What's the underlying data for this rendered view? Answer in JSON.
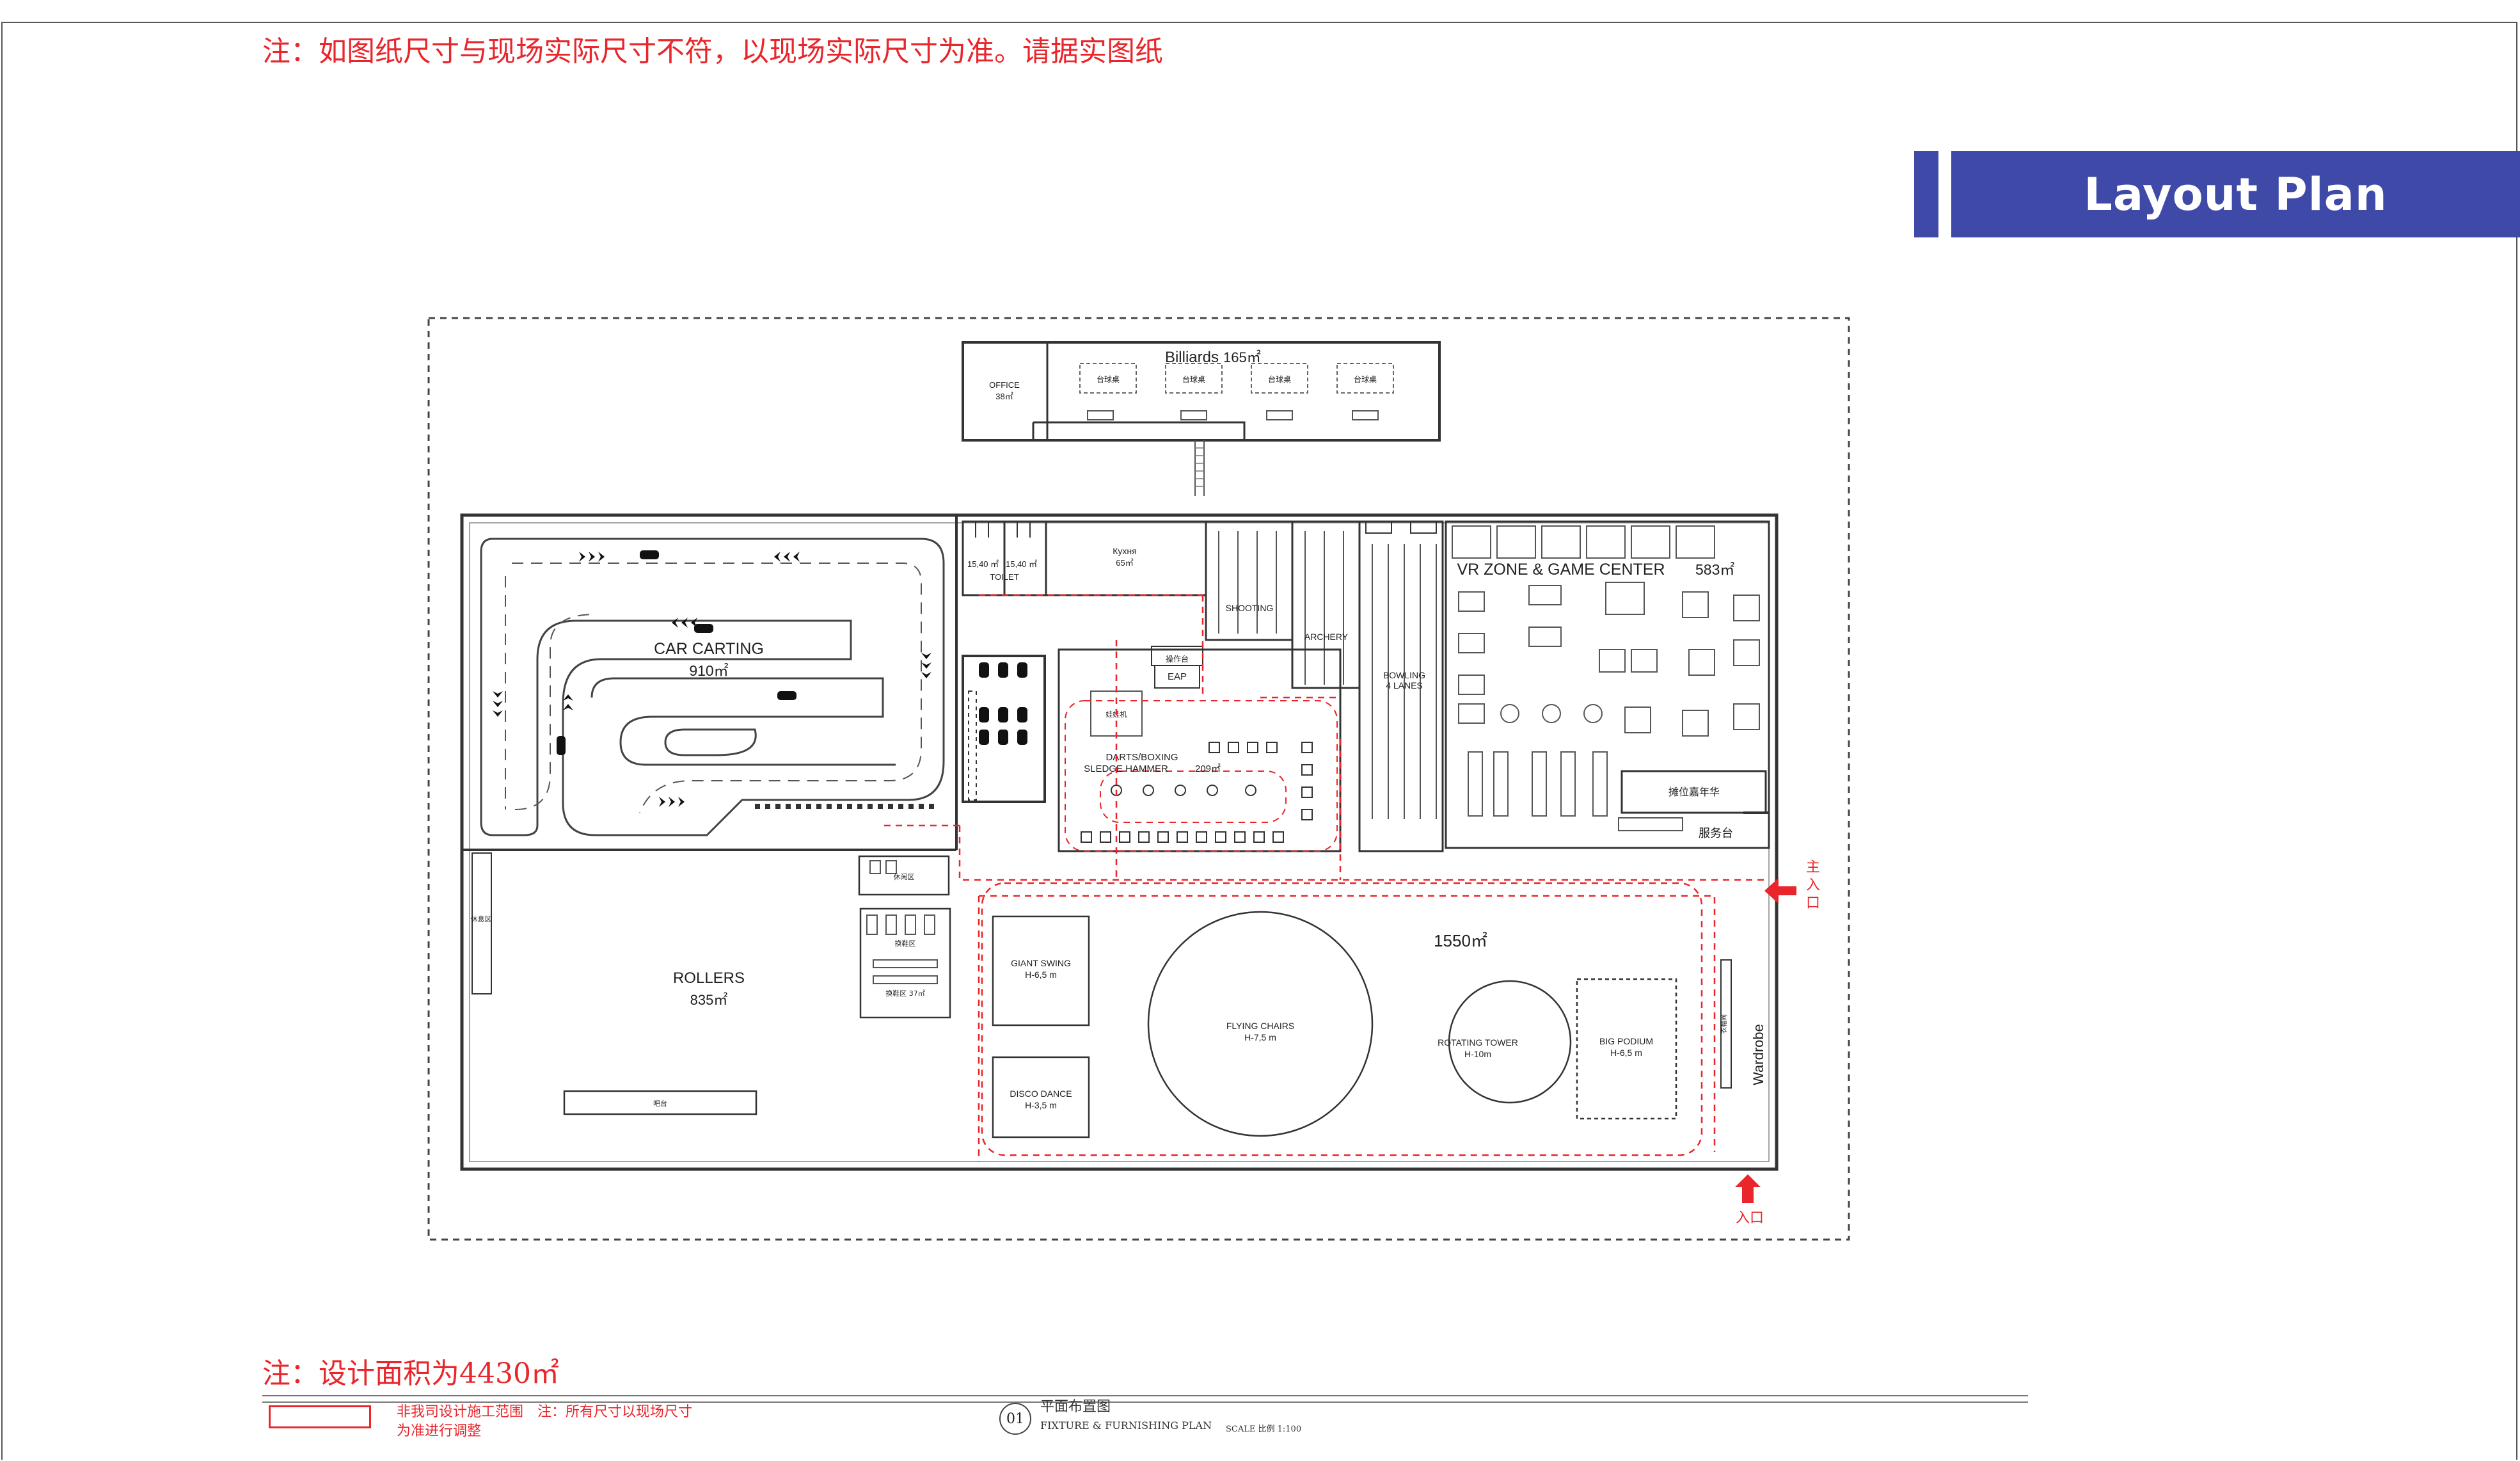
{
  "notes": {
    "top": "注：如图纸尺寸与现场实际尺寸不符，以现场实际尺寸为准。请据实图纸",
    "area": "注：设计面积为4430㎡"
  },
  "title_badge": {
    "label": "Layout Plan",
    "color": "#3f4aa8"
  },
  "plan": {
    "billiards": {
      "name": "Billiards",
      "area": "165㎡",
      "table_label": "台球桌"
    },
    "office": {
      "name": "OFFICE",
      "area": "38㎡"
    },
    "car_carting": {
      "name": "CAR CARTING",
      "area": "910㎡"
    },
    "toilet": {
      "area_left": "15,40 ㎡",
      "area_right": "15,40 ㎡",
      "name": "TOILET"
    },
    "kitchen": {
      "name": "Кухня",
      "area": "65㎡"
    },
    "shooting": "SHOOTING",
    "archery": "ARCHERY",
    "bowling": {
      "line1": "BOWLING",
      "line2": "4 LANES"
    },
    "vr_zone": {
      "name": "VR ZONE & GAME CENTER",
      "area": "583㎡"
    },
    "esap": "EAP",
    "operator_room": "操作台",
    "darts": {
      "line1": "DARTS/BOXING",
      "line2": "SLEDGE HAMMER",
      "area": "209㎡"
    },
    "claw_machine": "娃娃机",
    "carnival": "摊位嘉年华",
    "service_desk": "服务台",
    "main_entrance": {
      "line1": "主",
      "line2": "入",
      "line3": "口"
    },
    "side_entrance": "入口",
    "rollers": {
      "name": "ROLLERS",
      "area": "835㎡"
    },
    "rollers_side_label": "休息区",
    "rest_area": "休闲区",
    "shoe_area": "换鞋区",
    "rental_area": "换鞋区 37㎡",
    "rollers_counter": "吧台",
    "amusement_area": "1550㎡",
    "giant_swing": {
      "name": "GIANT SWING",
      "height": "H-6,5 m"
    },
    "disco_dance": {
      "name": "DISCO DANCE",
      "height": "H-3,5 m"
    },
    "flying_chairs": {
      "name": "FLYING CHAIRS",
      "height": "H-7,5 m"
    },
    "rotating_tower": {
      "name": "ROTATING TOWER",
      "height": "H-10m"
    },
    "big_podium": {
      "name": "BIG PODIUM",
      "height": "H-6,5 m"
    },
    "wardrobe": "Wardrobe",
    "wardrobe_small": "衣帽间"
  },
  "title_block": {
    "red_note": "非我司设计施工范围　注：所有尺寸以现场尺寸为准进行调整",
    "sheet_no": "01",
    "title_cn": "平面布置图",
    "title_en": "FIXTURE & FURNISHING PLAN",
    "scale": "SCALE 比例 1:100"
  }
}
